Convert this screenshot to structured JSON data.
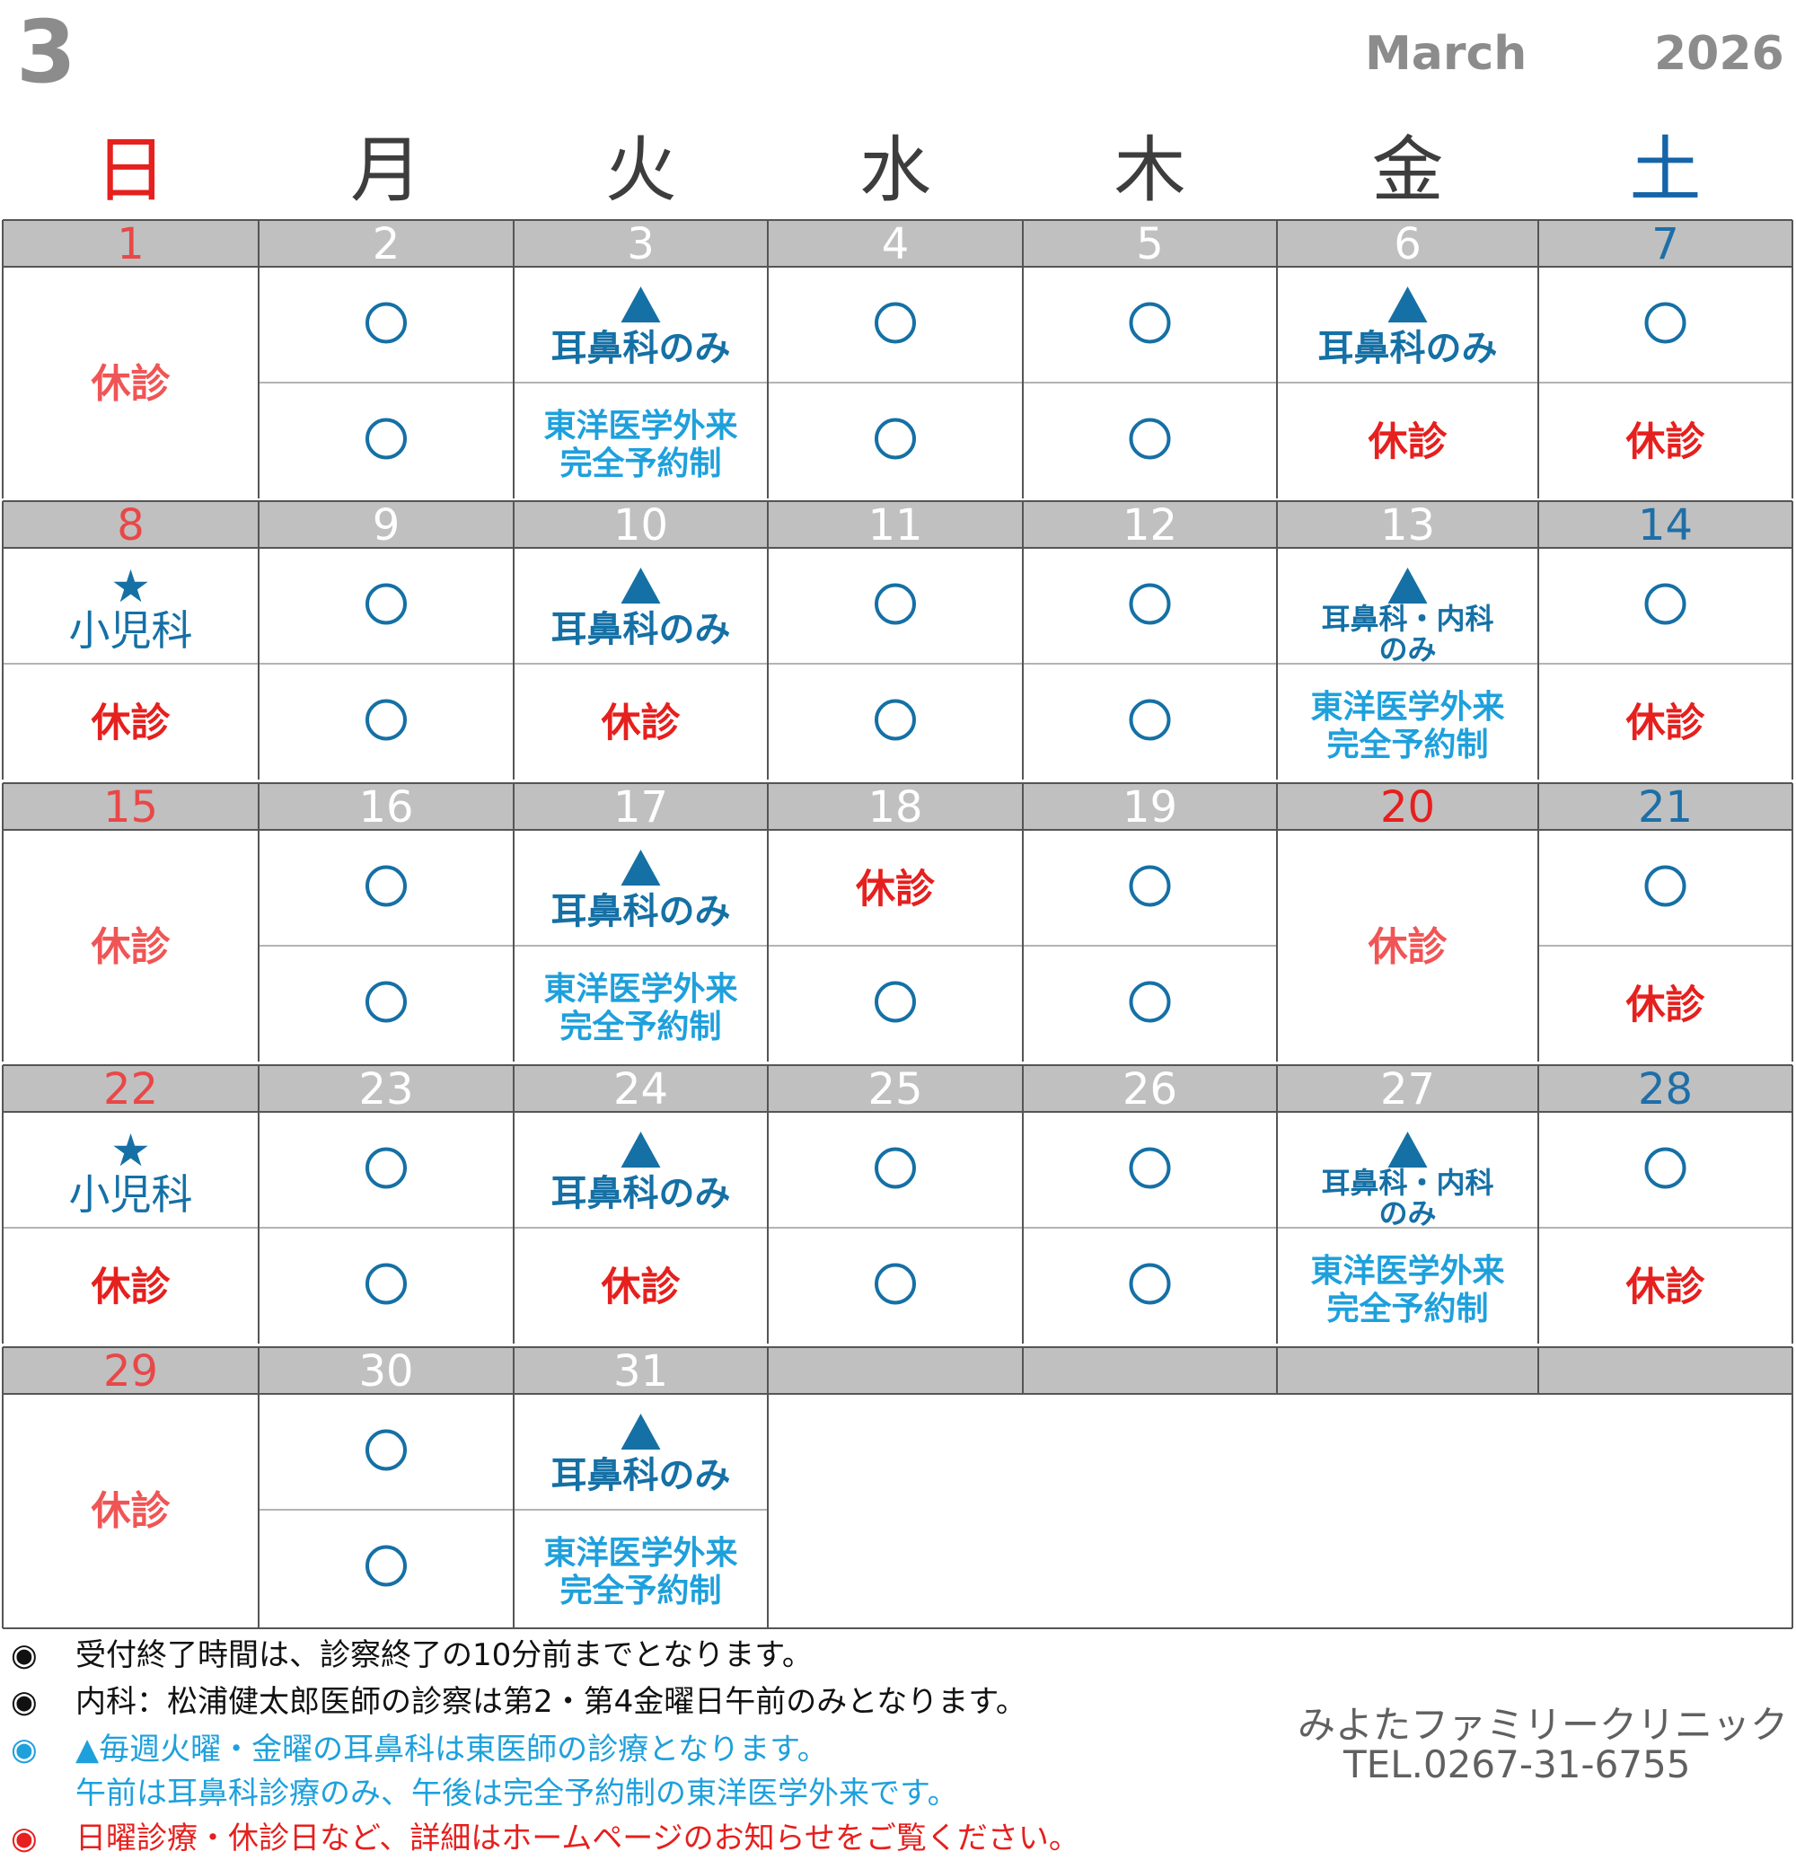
{
  "header": {
    "month_number": "3",
    "month_name": "March",
    "year": "2026"
  },
  "weekdays": [
    {
      "label": "日",
      "color": "#e5201e"
    },
    {
      "label": "月",
      "color": "#3d3d3d"
    },
    {
      "label": "火",
      "color": "#3d3d3d"
    },
    {
      "label": "水",
      "color": "#3d3d3d"
    },
    {
      "label": "木",
      "color": "#3d3d3d"
    },
    {
      "label": "金",
      "color": "#3d3d3d"
    },
    {
      "label": "土",
      "color": "#1565a8"
    }
  ],
  "colors": {
    "header_row_bg": "#c0c0c0",
    "grid_line": "#555555",
    "sunday_date": "#e84848",
    "holiday_date": "#e5201e",
    "weekday_date": "#ffffff",
    "saturday_date": "#1e6fa8",
    "open_circle": "#1570a5",
    "closed_red": "#e5201e",
    "closed_sunday": "#f05555",
    "ent_blue": "#1570a5",
    "kampo_cyan": "#1ea0dc"
  },
  "weeks": [
    {
      "dates": [
        {
          "d": "1",
          "c": "sun"
        },
        {
          "d": "2",
          "c": "wk"
        },
        {
          "d": "3",
          "c": "wk"
        },
        {
          "d": "4",
          "c": "wk"
        },
        {
          "d": "5",
          "c": "wk"
        },
        {
          "d": "6",
          "c": "wk"
        },
        {
          "d": "7",
          "c": "sat"
        }
      ],
      "cells": [
        {
          "full": {
            "type": "closed_sun",
            "text": "休診"
          }
        },
        {
          "am": {
            "type": "open",
            "text": "○"
          },
          "pm": {
            "type": "open",
            "text": "○"
          }
        },
        {
          "am": {
            "type": "ent",
            "mark": "▲",
            "text": "耳鼻科のみ"
          },
          "pm": {
            "type": "kampo",
            "lines": [
              "東洋医学外来",
              "完全予約制"
            ]
          }
        },
        {
          "am": {
            "type": "open",
            "text": "○"
          },
          "pm": {
            "type": "open",
            "text": "○"
          }
        },
        {
          "am": {
            "type": "open",
            "text": "○"
          },
          "pm": {
            "type": "open",
            "text": "○"
          }
        },
        {
          "am": {
            "type": "ent",
            "mark": "▲",
            "text": "耳鼻科のみ"
          },
          "pm": {
            "type": "closed",
            "text": "休診"
          }
        },
        {
          "am": {
            "type": "open",
            "text": "○"
          },
          "pm": {
            "type": "closed",
            "text": "休診"
          }
        }
      ]
    },
    {
      "dates": [
        {
          "d": "8",
          "c": "sun"
        },
        {
          "d": "9",
          "c": "wk"
        },
        {
          "d": "10",
          "c": "wk"
        },
        {
          "d": "11",
          "c": "wk"
        },
        {
          "d": "12",
          "c": "wk"
        },
        {
          "d": "13",
          "c": "wk"
        },
        {
          "d": "14",
          "c": "sat"
        }
      ],
      "cells": [
        {
          "am": {
            "type": "ped",
            "mark": "★",
            "text": "小児科"
          },
          "pm": {
            "type": "closed",
            "text": "休診"
          }
        },
        {
          "am": {
            "type": "open",
            "text": "○"
          },
          "pm": {
            "type": "open",
            "text": "○"
          }
        },
        {
          "am": {
            "type": "ent",
            "mark": "▲",
            "text": "耳鼻科のみ"
          },
          "pm": {
            "type": "closed",
            "text": "休診"
          }
        },
        {
          "am": {
            "type": "open",
            "text": "○"
          },
          "pm": {
            "type": "open",
            "text": "○"
          }
        },
        {
          "am": {
            "type": "open",
            "text": "○"
          },
          "pm": {
            "type": "open",
            "text": "○"
          }
        },
        {
          "am": {
            "type": "ent2",
            "mark": "▲",
            "lines": [
              "耳鼻科・内科",
              "のみ"
            ]
          },
          "pm": {
            "type": "kampo",
            "lines": [
              "東洋医学外来",
              "完全予約制"
            ]
          }
        },
        {
          "am": {
            "type": "open",
            "text": "○"
          },
          "pm": {
            "type": "closed",
            "text": "休診"
          }
        }
      ]
    },
    {
      "dates": [
        {
          "d": "15",
          "c": "sun"
        },
        {
          "d": "16",
          "c": "wk"
        },
        {
          "d": "17",
          "c": "wk"
        },
        {
          "d": "18",
          "c": "wk"
        },
        {
          "d": "19",
          "c": "wk"
        },
        {
          "d": "20",
          "c": "hol"
        },
        {
          "d": "21",
          "c": "sat"
        }
      ],
      "cells": [
        {
          "full": {
            "type": "closed_sun",
            "text": "休診"
          }
        },
        {
          "am": {
            "type": "open",
            "text": "○"
          },
          "pm": {
            "type": "open",
            "text": "○"
          }
        },
        {
          "am": {
            "type": "ent",
            "mark": "▲",
            "text": "耳鼻科のみ"
          },
          "pm": {
            "type": "kampo",
            "lines": [
              "東洋医学外来",
              "完全予約制"
            ]
          }
        },
        {
          "am": {
            "type": "closed",
            "text": "休診"
          },
          "pm": {
            "type": "open",
            "text": "○"
          }
        },
        {
          "am": {
            "type": "open",
            "text": "○"
          },
          "pm": {
            "type": "open",
            "text": "○"
          }
        },
        {
          "full": {
            "type": "closed_sun",
            "text": "休診"
          }
        },
        {
          "am": {
            "type": "open",
            "text": "○"
          },
          "pm": {
            "type": "closed",
            "text": "休診"
          }
        }
      ]
    },
    {
      "dates": [
        {
          "d": "22",
          "c": "sun"
        },
        {
          "d": "23",
          "c": "wk"
        },
        {
          "d": "24",
          "c": "wk"
        },
        {
          "d": "25",
          "c": "wk"
        },
        {
          "d": "26",
          "c": "wk"
        },
        {
          "d": "27",
          "c": "wk"
        },
        {
          "d": "28",
          "c": "sat"
        }
      ],
      "cells": [
        {
          "am": {
            "type": "ped",
            "mark": "★",
            "text": "小児科"
          },
          "pm": {
            "type": "closed",
            "text": "休診"
          }
        },
        {
          "am": {
            "type": "open",
            "text": "○"
          },
          "pm": {
            "type": "open",
            "text": "○"
          }
        },
        {
          "am": {
            "type": "ent",
            "mark": "▲",
            "text": "耳鼻科のみ"
          },
          "pm": {
            "type": "closed",
            "text": "休診"
          }
        },
        {
          "am": {
            "type": "open",
            "text": "○"
          },
          "pm": {
            "type": "open",
            "text": "○"
          }
        },
        {
          "am": {
            "type": "open",
            "text": "○"
          },
          "pm": {
            "type": "open",
            "text": "○"
          }
        },
        {
          "am": {
            "type": "ent2",
            "mark": "▲",
            "lines": [
              "耳鼻科・内科",
              "のみ"
            ]
          },
          "pm": {
            "type": "kampo",
            "lines": [
              "東洋医学外来",
              "完全予約制"
            ]
          }
        },
        {
          "am": {
            "type": "open",
            "text": "○"
          },
          "pm": {
            "type": "closed",
            "text": "休診"
          }
        }
      ]
    },
    {
      "dates": [
        {
          "d": "29",
          "c": "sun"
        },
        {
          "d": "30",
          "c": "wk"
        },
        {
          "d": "31",
          "c": "wk"
        },
        {
          "d": "",
          "c": "wk"
        },
        {
          "d": "",
          "c": "wk"
        },
        {
          "d": "",
          "c": "wk"
        },
        {
          "d": "",
          "c": "wk"
        }
      ],
      "cells": [
        {
          "full": {
            "type": "closed_sun",
            "text": "休診"
          }
        },
        {
          "am": {
            "type": "open",
            "text": "○"
          },
          "pm": {
            "type": "open",
            "text": "○"
          }
        },
        {
          "am": {
            "type": "ent",
            "mark": "▲",
            "text": "耳鼻科のみ"
          },
          "pm": {
            "type": "kampo",
            "lines": [
              "東洋医学外来",
              "完全予約制"
            ]
          }
        },
        null,
        null,
        null,
        null
      ]
    }
  ],
  "notes": [
    {
      "bullet": "◉",
      "text": "受付終了時間は、診察終了の10分前までとなります。",
      "color": "#111111"
    },
    {
      "bullet": "◉",
      "text": "内科：松浦健太郎医師の診察は第2・第4金曜日午前のみとなります。",
      "color": "#111111"
    },
    {
      "bullet": "◉",
      "text": "▲毎週火曜・金曜の耳鼻科は東医師の診療となります。",
      "color": "#1ea0dc"
    },
    {
      "bullet": "",
      "text": "午前は耳鼻科診療のみ、午後は完全予約制の東洋医学外来です。",
      "color": "#1ea0dc"
    },
    {
      "bullet": "◉",
      "text": "日曜診療・休診日など、詳細はホームページのお知らせをご覧ください。",
      "color": "#e5201e"
    }
  ],
  "footer": {
    "clinic_name": "みよたファミリークリニック",
    "tel": "TEL.0267-31-6755"
  }
}
